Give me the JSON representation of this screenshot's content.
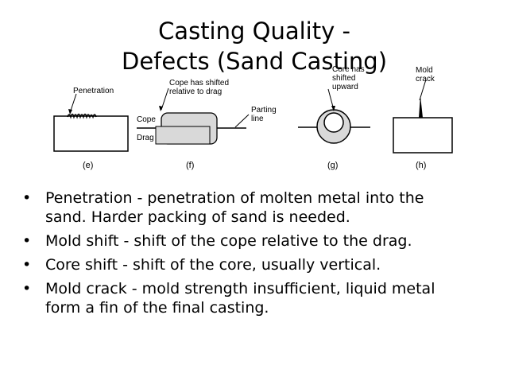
{
  "slide": {
    "title_line1": "Casting Quality -",
    "title_line2": "Defects (Sand Casting)"
  },
  "figure": {
    "e": {
      "caption": "(e)",
      "label": "Penetration"
    },
    "f": {
      "caption": "(f)",
      "label_line1": "Cope has shifted",
      "label_line2": "relative to drag",
      "cope": "Cope",
      "drag": "Drag",
      "parting_line1": "Parting",
      "parting_line2": "line"
    },
    "g": {
      "caption": "(g)",
      "label_line1": "Core has",
      "label_line2": "shifted",
      "label_line3": "upward"
    },
    "h": {
      "caption": "(h)",
      "label_line1": "Mold",
      "label_line2": "crack"
    }
  },
  "bullets": [
    {
      "bullet": "•",
      "line1": "Penetration - penetration of molten metal into the",
      "line2": "sand. Harder packing of sand is needed."
    },
    {
      "bullet": "•",
      "line1": "Mold shift - shift of the cope relative to the drag.",
      "line2": ""
    },
    {
      "bullet": "•",
      "line1": "Core shift - shift of the core, usually vertical.",
      "line2": ""
    },
    {
      "bullet": "•",
      "line1": "Mold crack - mold strength insufficient, liquid metal",
      "line2": "form a fin of the final casting."
    }
  ],
  "colors": {
    "text": "#000000",
    "background": "#ffffff",
    "casting_fill": "#d9d9d9"
  }
}
